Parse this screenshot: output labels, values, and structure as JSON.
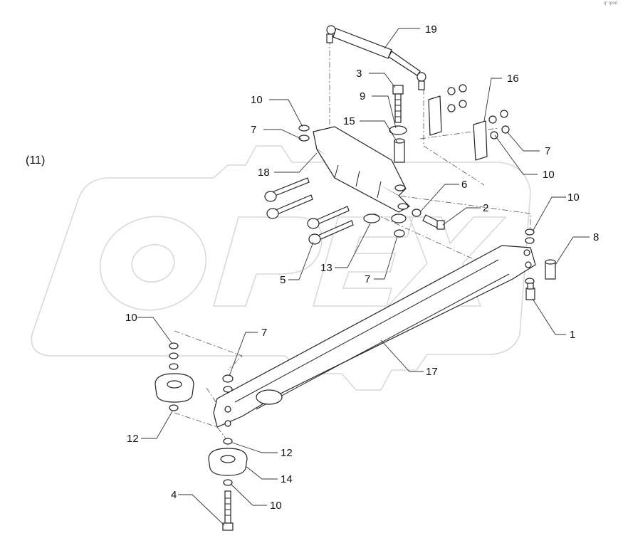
{
  "diagram": {
    "group_label": "(11)",
    "corner_code": "q° tpod",
    "watermark": "OPEX",
    "callouts": [
      {
        "key": "c19",
        "text": "19"
      },
      {
        "key": "c3",
        "text": "3"
      },
      {
        "key": "c9",
        "text": "9"
      },
      {
        "key": "c15",
        "text": "15"
      },
      {
        "key": "c16",
        "text": "16"
      },
      {
        "key": "c10a",
        "text": "10"
      },
      {
        "key": "c7a",
        "text": "7"
      },
      {
        "key": "c7b",
        "text": "7"
      },
      {
        "key": "c18",
        "text": "18"
      },
      {
        "key": "c10b",
        "text": "10"
      },
      {
        "key": "c6",
        "text": "6"
      },
      {
        "key": "c2",
        "text": "2"
      },
      {
        "key": "c10c",
        "text": "10"
      },
      {
        "key": "c8",
        "text": "8"
      },
      {
        "key": "c13",
        "text": "13"
      },
      {
        "key": "c7c",
        "text": "7"
      },
      {
        "key": "c5",
        "text": "5"
      },
      {
        "key": "c1",
        "text": "1"
      },
      {
        "key": "c10d",
        "text": "10"
      },
      {
        "key": "c7d",
        "text": "7"
      },
      {
        "key": "c17",
        "text": "17"
      },
      {
        "key": "c12a",
        "text": "12"
      },
      {
        "key": "c12b",
        "text": "12"
      },
      {
        "key": "c14",
        "text": "14"
      },
      {
        "key": "c4",
        "text": "4"
      },
      {
        "key": "c10e",
        "text": "10"
      }
    ]
  },
  "colors": {
    "line": "#222222",
    "watermark": "#d9d9d9",
    "background": "#ffffff"
  }
}
